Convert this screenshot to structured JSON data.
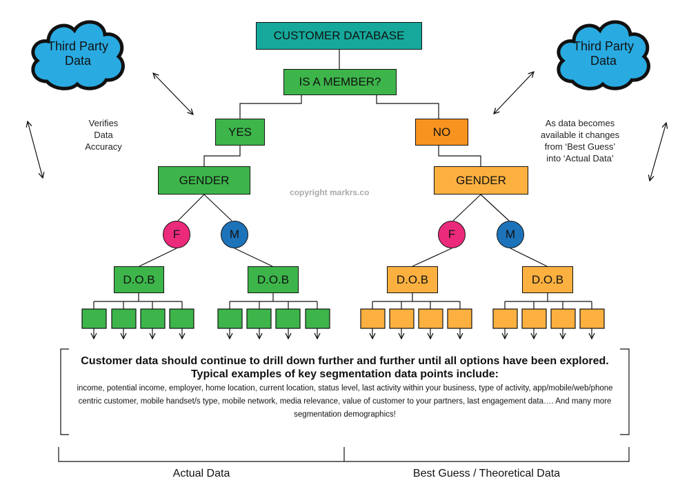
{
  "nodes": {
    "root": "CUSTOMER DATABASE",
    "question": "IS A MEMBER?",
    "yes": "YES",
    "no": "NO",
    "gender_left": "GENDER",
    "gender_right": "GENDER",
    "female": "F",
    "male": "M",
    "dob": "D.O.B"
  },
  "clouds": {
    "left": [
      "Third Party",
      "Data"
    ],
    "right": [
      "Third Party",
      "Data"
    ]
  },
  "notes": {
    "left": [
      "Verifies",
      "Data",
      "Accuracy"
    ],
    "right": [
      "As data becomes",
      "available it changes",
      "from ‘Best Guess’",
      "into ‘Actual Data’"
    ]
  },
  "watermark": "copyright markrs.co",
  "description": {
    "bold": "Customer data should continue to drill down further and further until all options have been explored. Typical examples of key segmentation data points include:",
    "body": "income, potential income, employer, home location, current location, status level, last activity within your business, type of activity, app/mobile/web/phone centric customer,  mobile handset/s type, mobile network,  media relevance, value of customer to your partners, last engagement data…. And many more segmentation demographics!"
  },
  "bottom_labels": {
    "left": "Actual Data",
    "right": "Best Guess / Theoretical Data"
  },
  "colors": {
    "teal": "#16a99b",
    "green": "#3db54a",
    "orange": "#f7931e",
    "light_orange": "#fbb040",
    "pink": "#ec2a7b",
    "blue": "#1d73b9",
    "cloud": "#29abe2"
  }
}
